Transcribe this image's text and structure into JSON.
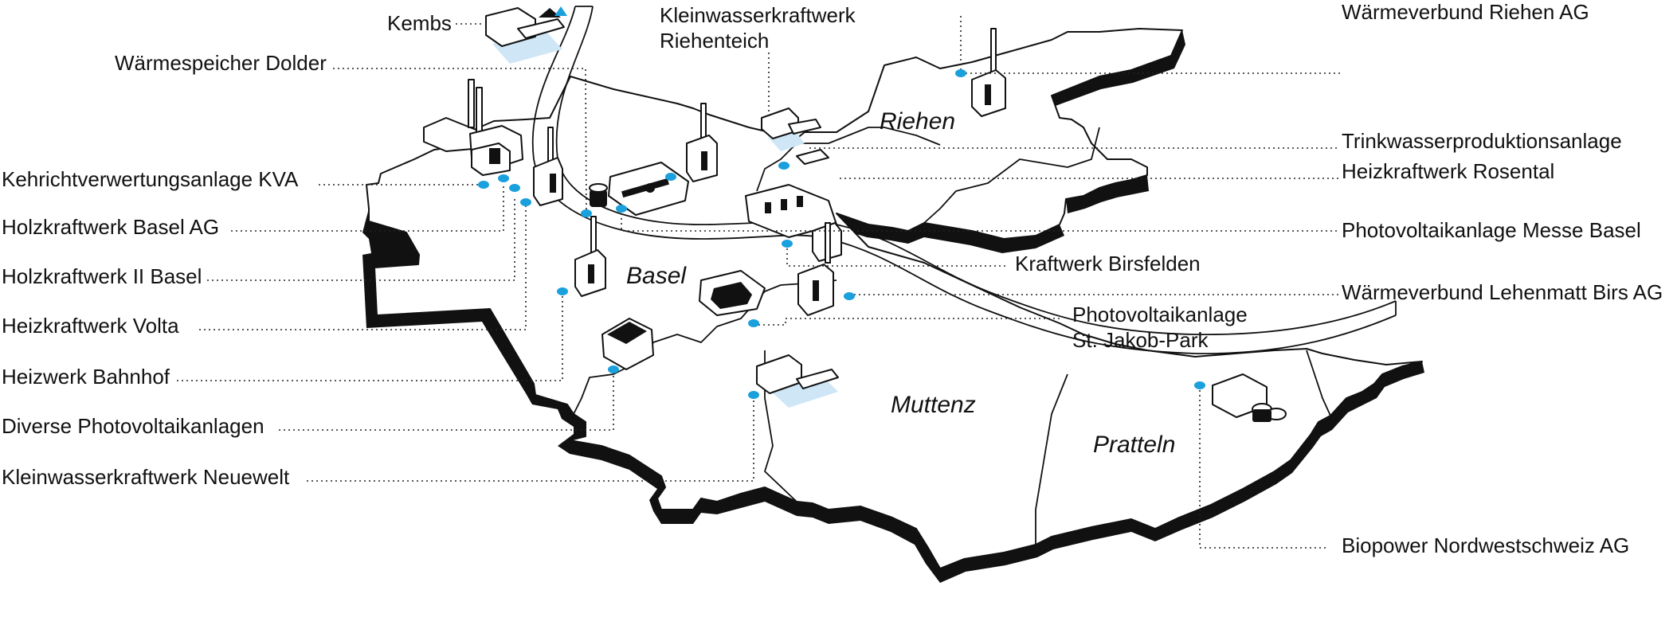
{
  "areas": {
    "riehen": "Riehen",
    "basel": "Basel",
    "muttenz": "Muttenz",
    "pratteln": "Pratteln"
  },
  "facilities_left": {
    "kembs": "Kembs",
    "waermespeicher_dolder": "Wärmespeicher Dolder",
    "kva": "Kehrichtverwertungsanlage KVA",
    "holzkraftwerk_basel_ag": "Holzkraftwerk Basel AG",
    "holzkraftwerk_ii": "Holzkraftwerk II Basel",
    "heizkraftwerk_volta": "Heizkraftwerk Volta",
    "heizwerk_bahnhof": "Heizwerk Bahnhof",
    "diverse_pv": "Diverse Photovoltaikanlagen",
    "kleinwasser_neuewelt": "Kleinwasserkraftwerk Neuewelt"
  },
  "facilities_top": {
    "kleinwasser_riehenteich_1": "Kleinwasserkraftwerk",
    "kleinwasser_riehenteich_2": "Riehenteich"
  },
  "facilities_middle": {
    "kraftwerk_birsfelden": "Kraftwerk Birsfelden",
    "pv_st_jakob_1": "Photovoltaikanlage",
    "pv_st_jakob_2": "St. Jakob-Park"
  },
  "facilities_right": {
    "waermeverbund_riehen": "Wärmeverbund Riehen AG",
    "trinkwasser": "Trinkwasserproduktionsanlage",
    "heizkraftwerk_rosental": "Heizkraftwerk Rosental",
    "pv_messe": "Photovoltaikanlage Messe Basel",
    "waermeverbund_lehenmatt": "Wärmeverbund Lehenmatt Birs AG",
    "biopower": "Biopower Nordwestschweiz AG"
  },
  "colors": {
    "marker": "#1aa0dc",
    "water": "#cfe6f6",
    "outline": "#111111"
  }
}
